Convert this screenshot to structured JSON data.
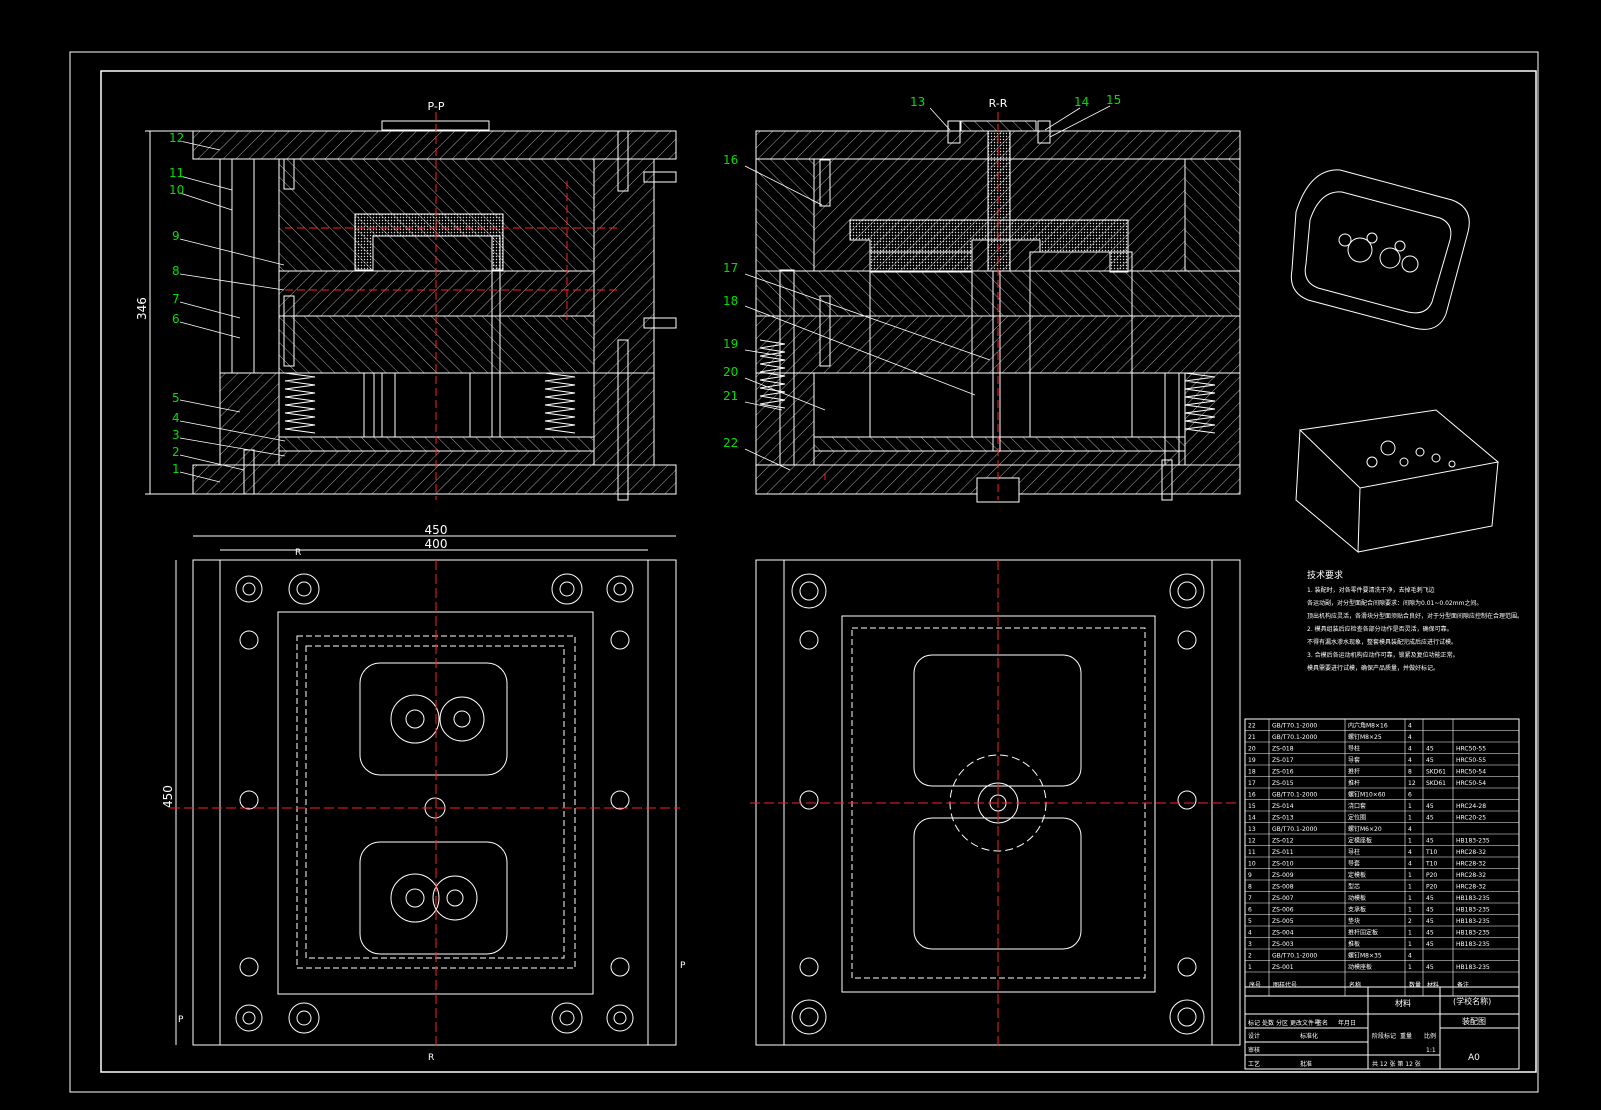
{
  "views": {
    "section_pp": "P-P",
    "section_rr": "R-R"
  },
  "part_labels_left": [
    "12",
    "11",
    "10",
    "9",
    "8",
    "7",
    "6",
    "5",
    "4",
    "3",
    "2",
    "1"
  ],
  "part_labels_right": [
    "13",
    "14",
    "15",
    "16",
    "17",
    "18",
    "19",
    "20",
    "21",
    "22"
  ],
  "dimensions": {
    "height": "346",
    "width_outer": "450",
    "width_inner": "400",
    "height_plan": "450"
  },
  "section_marks": {
    "p": "P",
    "r": "R"
  },
  "tech_req": {
    "title": "技术要求",
    "lines": [
      "1. 装配时，对各零件要清洗干净，去掉毛刺飞边",
      "各运动副，对分型面配合间隙要求：间隙为0.01~0.02mm之间。",
      "顶出机构应灵活，各滑块分型面须贴合良好，对于分型面间隙应控制在合理范围。",
      "2. 模具组装后应检查各部分动作是否灵活，确保可靠。",
      "不得有漏水渗水现象，整套模具装配完成后应进行试模。",
      "3. 合模后各运动机构应动作可靠，锁紧及复位功能正常。",
      "模具需要进行试模，确保产品质量，并做好标记。"
    ]
  },
  "bom": {
    "headers": [
      "序号",
      "图样代号",
      "名称",
      "数量",
      "材料",
      "备注"
    ],
    "rows": [
      [
        "22",
        "GB/T70.1-2000",
        "内六角M8×16",
        "4",
        "",
        ""
      ],
      [
        "21",
        "GB/T70.1-2000",
        "螺钉M8×25",
        "4",
        "",
        ""
      ],
      [
        "20",
        "ZS-018",
        "导柱",
        "4",
        "45",
        "HRC50-55"
      ],
      [
        "19",
        "ZS-017",
        "导套",
        "4",
        "45",
        "HRC50-55"
      ],
      [
        "18",
        "ZS-016",
        "推杆",
        "8",
        "SKD61",
        "HRC50-54"
      ],
      [
        "17",
        "ZS-015",
        "推杆",
        "12",
        "SKD61",
        "HRC50-54"
      ],
      [
        "16",
        "GB/T70.1-2000",
        "螺钉M10×60",
        "6",
        "",
        ""
      ],
      [
        "15",
        "ZS-014",
        "浇口套",
        "1",
        "45",
        "HRC24-28"
      ],
      [
        "14",
        "ZS-013",
        "定位圈",
        "1",
        "45",
        "HRC20-25"
      ],
      [
        "13",
        "GB/T70.1-2000",
        "螺钉M6×20",
        "4",
        "",
        ""
      ],
      [
        "12",
        "ZS-012",
        "定模座板",
        "1",
        "45",
        "HB183-235"
      ],
      [
        "11",
        "ZS-011",
        "导柱",
        "4",
        "T10",
        "HRC28-32"
      ],
      [
        "10",
        "ZS-010",
        "导套",
        "4",
        "T10",
        "HRC28-32"
      ],
      [
        "9",
        "ZS-009",
        "定模板",
        "1",
        "P20",
        "HRC28-32"
      ],
      [
        "8",
        "ZS-008",
        "型芯",
        "1",
        "P20",
        "HRC28-32"
      ],
      [
        "7",
        "ZS-007",
        "动模板",
        "1",
        "45",
        "HB183-235"
      ],
      [
        "6",
        "ZS-006",
        "支承板",
        "1",
        "45",
        "HB183-235"
      ],
      [
        "5",
        "ZS-005",
        "垫块",
        "2",
        "45",
        "HB183-235"
      ],
      [
        "4",
        "ZS-004",
        "推杆固定板",
        "1",
        "45",
        "HB183-235"
      ],
      [
        "3",
        "ZS-003",
        "推板",
        "1",
        "45",
        "HB183-235"
      ],
      [
        "2",
        "GB/T70.1-2000",
        "螺钉M8×35",
        "4",
        "",
        ""
      ],
      [
        "1",
        "ZS-001",
        "动模座板",
        "1",
        "45",
        "HB183-235"
      ]
    ]
  },
  "title_block": {
    "school": "(学校名称)",
    "material": "材料",
    "drawing_name": "装配图",
    "sheet_size": "A0",
    "scale": "1:1",
    "sheet_info": "共 12 张 第 12 张",
    "labels": [
      "标记",
      "处数",
      "分区",
      "更改文件号",
      "签名",
      "年月日",
      "设计",
      "标准化",
      "阶段标记",
      "重量",
      "比例",
      "审核",
      "工艺",
      "批准"
    ]
  },
  "colors": {
    "line": "#ffffff",
    "centerline": "#ff2020",
    "label": "#00e000",
    "background": "#000000"
  }
}
